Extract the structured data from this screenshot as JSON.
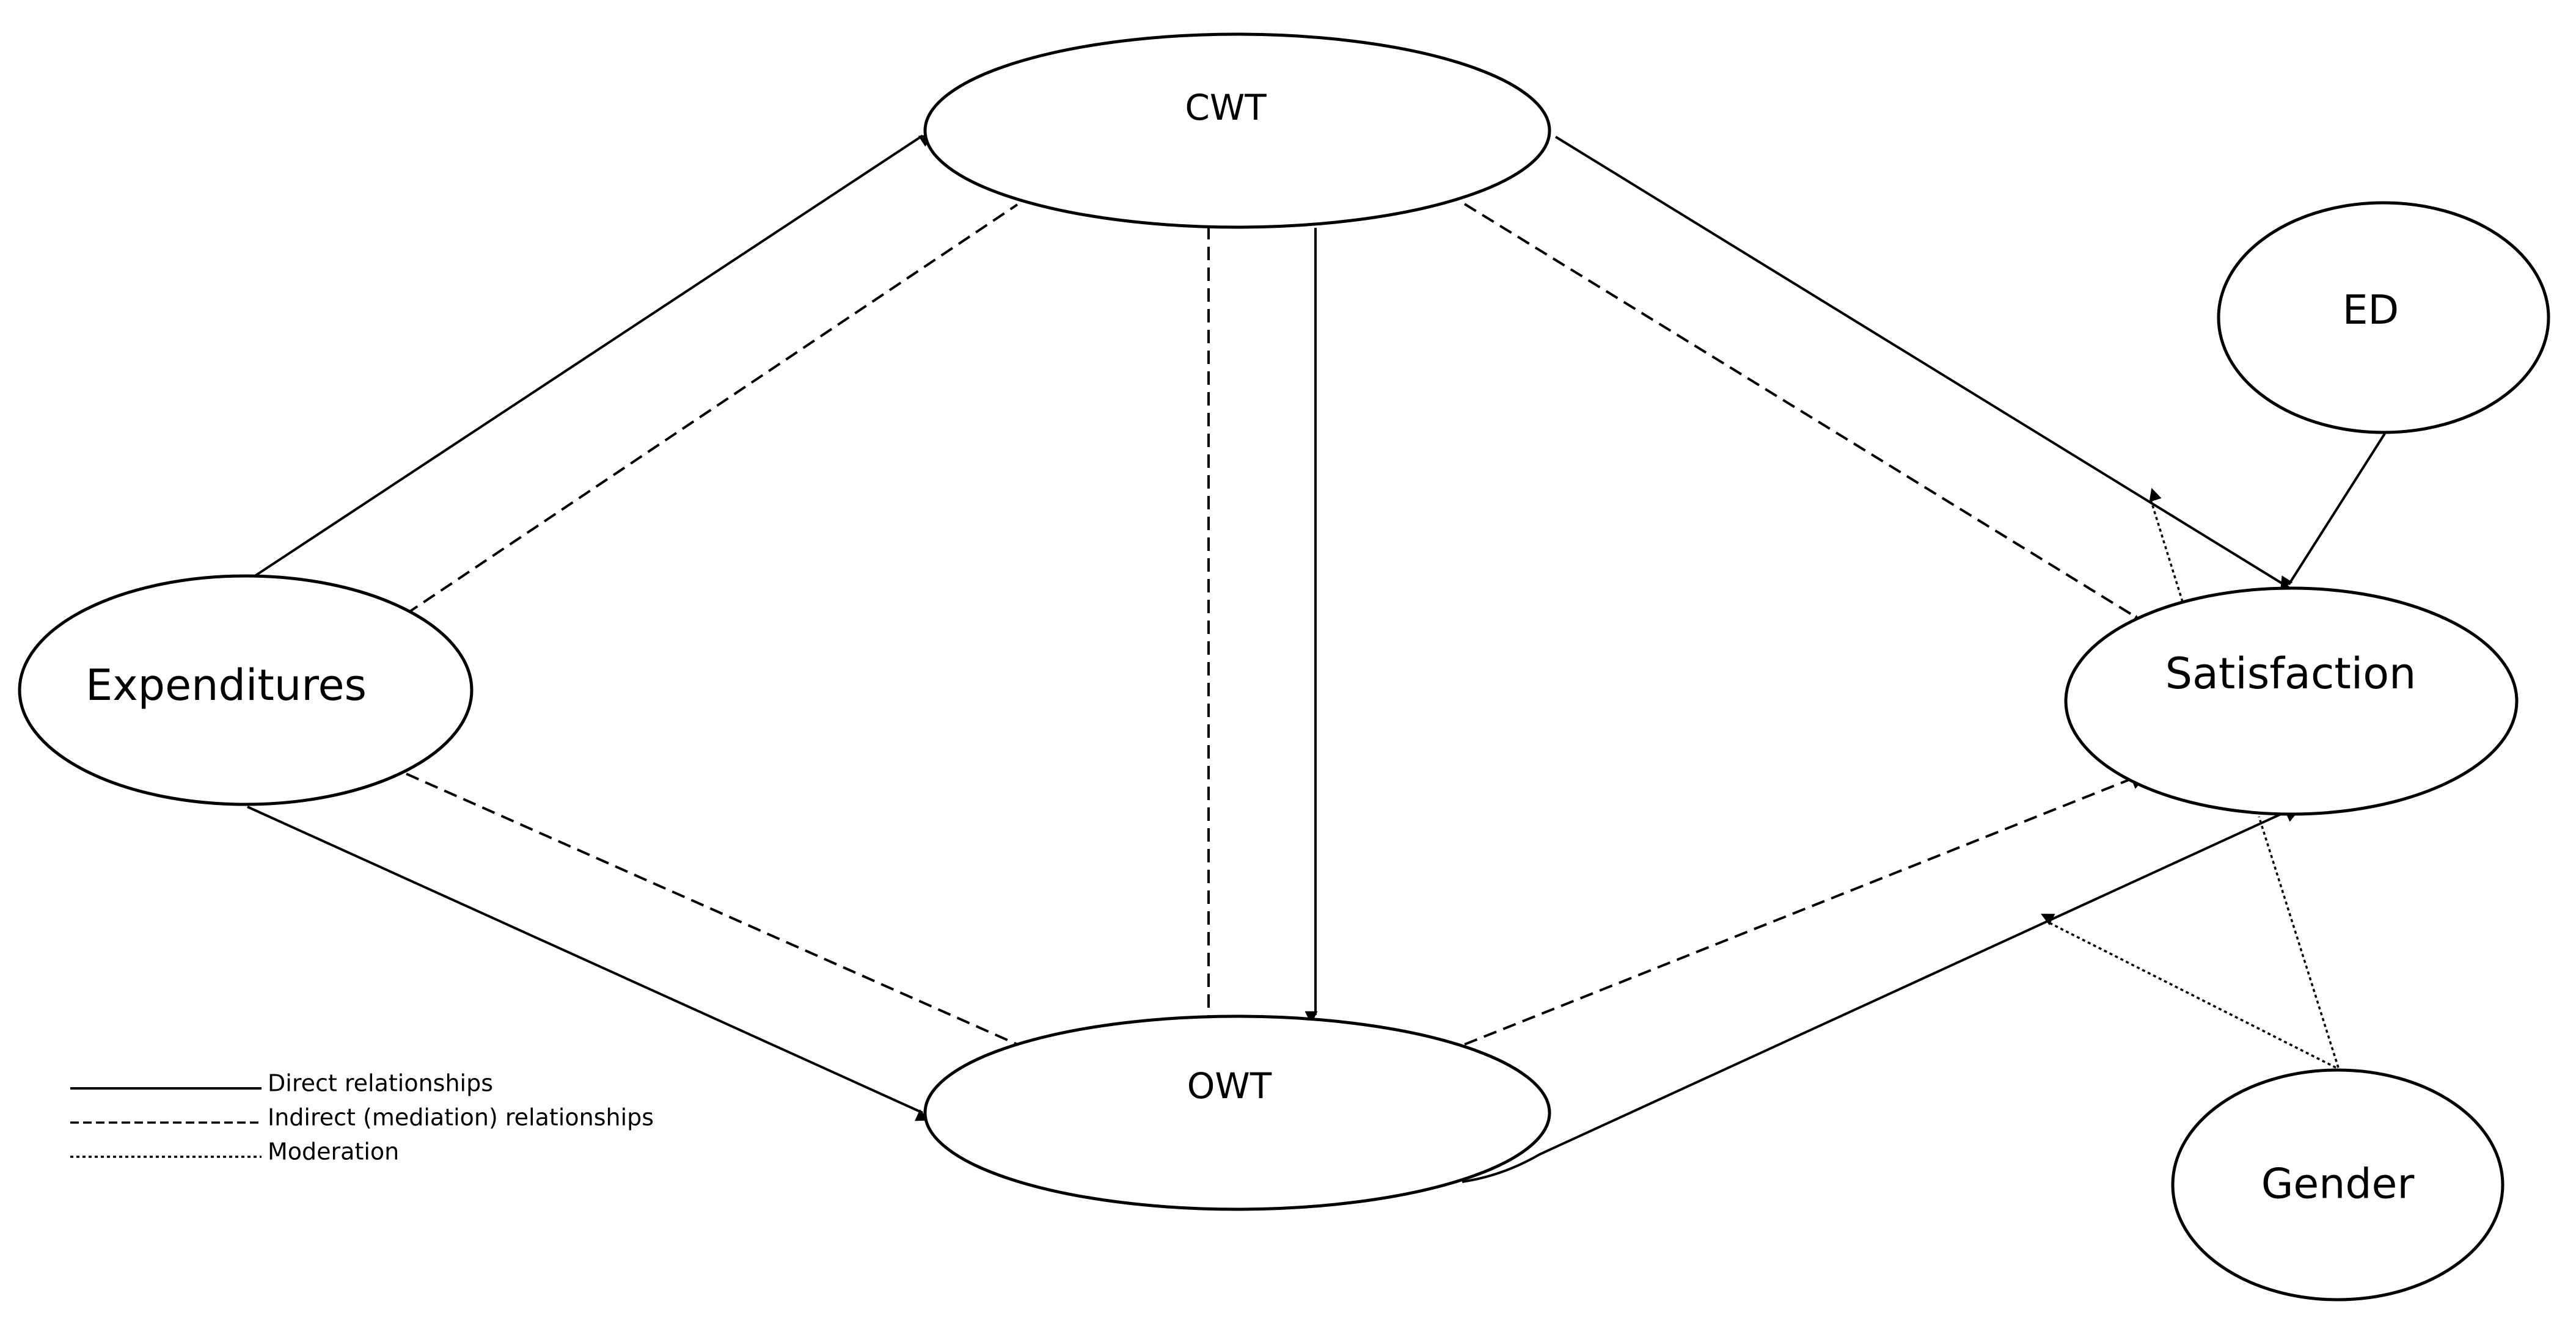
{
  "nodes": {
    "cwt": {
      "label": "CWT"
    },
    "owt": {
      "label": "OWT"
    },
    "expenditures": {
      "label": "Expenditures"
    },
    "satisfaction": {
      "label": "Satisfaction"
    },
    "ed": {
      "label": "ED"
    },
    "gender": {
      "label": "Gender"
    }
  },
  "legend": {
    "direct": "Direct relationships",
    "indirect": "Indirect (mediation) relationships",
    "moderation": "Moderation"
  },
  "edges": [
    {
      "id": "expenditures-to-cwt",
      "from": "Expenditures",
      "to": "CWT",
      "kind": "direct"
    },
    {
      "id": "expenditures-to-owt",
      "from": "Expenditures",
      "to": "OWT",
      "kind": "direct"
    },
    {
      "id": "cwt-to-owt",
      "from": "CWT",
      "to": "OWT",
      "kind": "direct"
    },
    {
      "id": "cwt-to-satisfaction",
      "from": "CWT",
      "to": "Satisfaction",
      "kind": "direct"
    },
    {
      "id": "owt-to-satisfaction",
      "from": "OWT",
      "to": "Satisfaction",
      "kind": "direct"
    },
    {
      "id": "ed-to-satisfaction",
      "from": "ED",
      "to": "Satisfaction",
      "kind": "direct"
    },
    {
      "id": "expenditures-cwt-mediation",
      "from": "Expenditures",
      "to": "CWT",
      "kind": "indirect"
    },
    {
      "id": "expenditures-owt-mediation",
      "from": "Expenditures",
      "to": "OWT",
      "kind": "indirect"
    },
    {
      "id": "cwt-to-owt-mediation",
      "from": "CWT",
      "to": "OWT",
      "kind": "indirect"
    },
    {
      "id": "cwt-to-satisfaction-mediation",
      "from": "CWT",
      "to": "Satisfaction",
      "kind": "indirect"
    },
    {
      "id": "owt-to-satisfaction-mediation",
      "from": "OWT",
      "to": "Satisfaction",
      "kind": "indirect"
    },
    {
      "id": "gender-moderates-owt-path",
      "from": "Gender",
      "to": "OWT → Satisfaction",
      "kind": "moderation"
    },
    {
      "id": "gender-moderates-cwt-path",
      "from": "Gender",
      "to": "CWT → Satisfaction",
      "kind": "moderation"
    }
  ]
}
